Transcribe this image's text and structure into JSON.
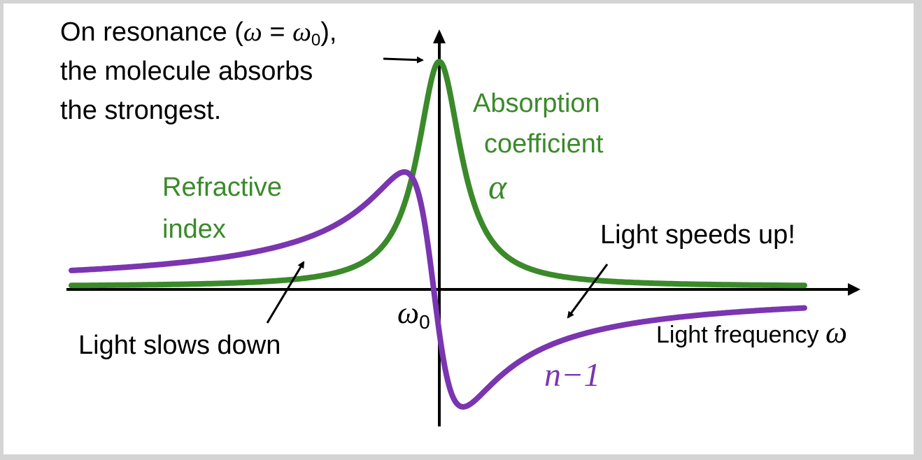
{
  "labels": {
    "resonance_line1_prefix": "On resonance (",
    "resonance_omega": "ω",
    "resonance_equals": " = ",
    "resonance_omega0": "ω",
    "resonance_omega0_sub": "0",
    "resonance_line1_suffix": "),",
    "resonance_line2": "the molecule absorbs",
    "resonance_line3": "the strongest.",
    "absorption_line1": "Absorption",
    "absorption_line2": "coefficient",
    "absorption_symbol": "α",
    "refractive_line1": "Refractive",
    "refractive_line2": "index",
    "speeds_up": "Light speeds up!",
    "slows_down": "Light slows down",
    "omega0": "ω",
    "omega0_sub": "0",
    "x_axis_label": "Light frequency",
    "x_axis_symbol": "ω",
    "n_minus_1": "n−1"
  },
  "colors": {
    "absorption": "#3a8a2a",
    "refractive": "#7a35b0",
    "axis": "#000000",
    "text": "#000000"
  }
}
